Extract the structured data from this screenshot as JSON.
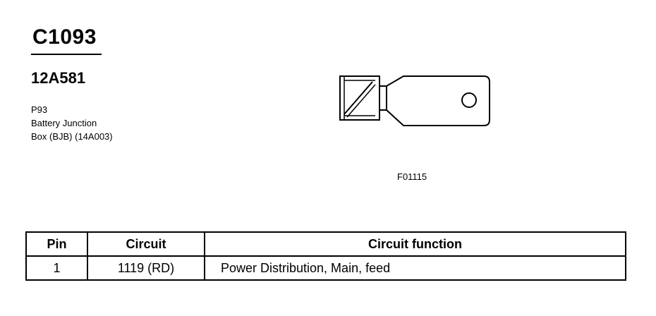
{
  "header": {
    "connector_id": "C1093",
    "part_number": "12A581",
    "description_lines": [
      "P93",
      "Battery Junction",
      "Box (BJB) (14A003)"
    ]
  },
  "figure": {
    "reference": "F01115"
  },
  "table": {
    "headers": {
      "pin": "Pin",
      "circuit": "Circuit",
      "function": "Circuit function"
    },
    "rows": [
      {
        "pin": "1",
        "circuit": "1119 (RD)",
        "function": "Power Distribution, Main, feed"
      }
    ]
  }
}
